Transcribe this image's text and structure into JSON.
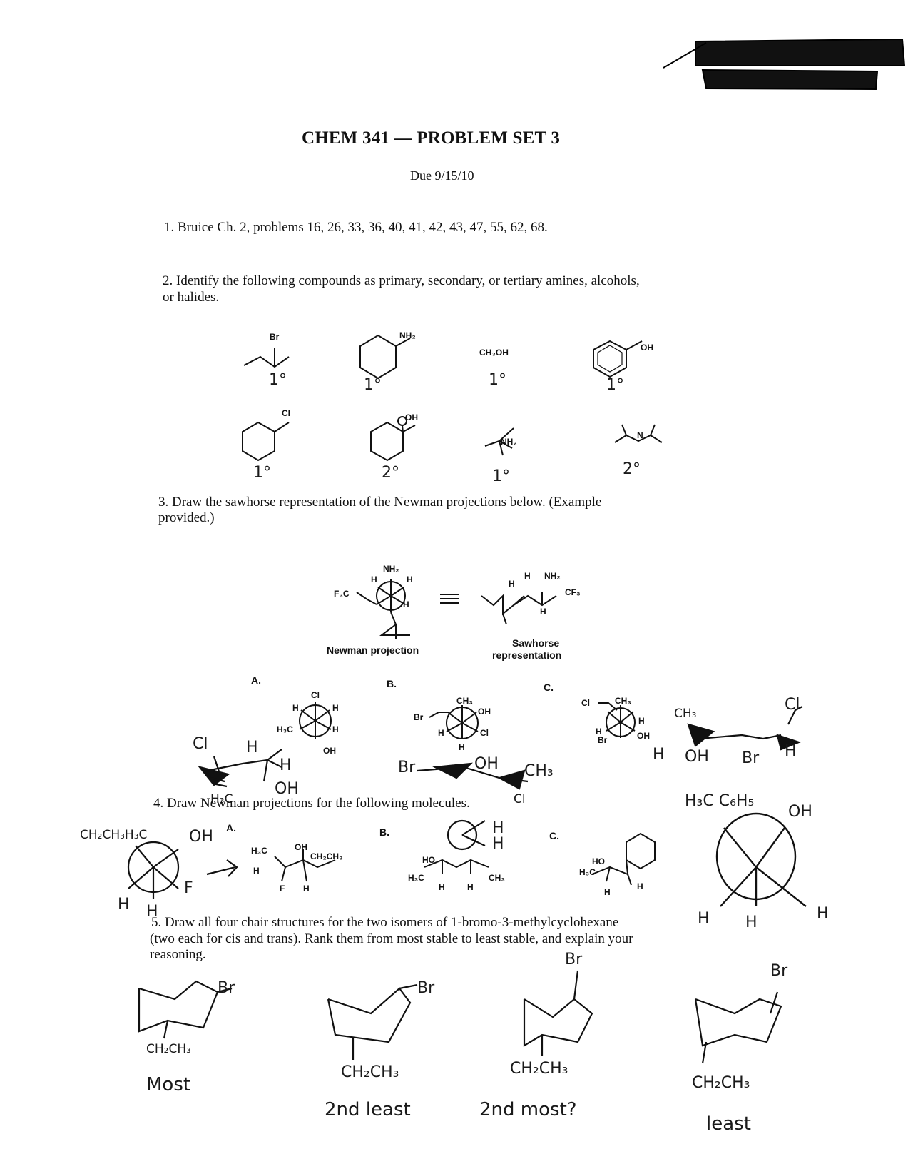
{
  "title": "CHEM 341 — PROBLEM SET 3",
  "due": "Due 9/15/10",
  "q1": "1.  Bruice Ch. 2, problems 16, 26, 33, 36, 40, 41, 42, 43, 47, 55, 62, 68.",
  "q2": {
    "line1": "2.  Identify the following compounds as primary, secondary, or tertiary amines, alcohols,",
    "line2": "or halides.",
    "compounds": [
      "Br",
      "NH₂",
      "CH₃OH",
      "OH",
      "Cl",
      "OH",
      "NH₂",
      "N"
    ],
    "answers": [
      "1°",
      "1°",
      "1°",
      "1°",
      "1°",
      "2°",
      "1°",
      "2°"
    ]
  },
  "q3": {
    "line1": "3.  Draw the sawhorse representation of the Newman projections below.  (Example",
    "line2": "provided.)",
    "newman_caption": "Newman projection",
    "sawhorse_caption_1": "Sawhorse",
    "sawhorse_caption_2": "representation",
    "parts": [
      "A.",
      "B.",
      "C."
    ],
    "example_labels": {
      "nh2": "NH₂",
      "h": "H",
      "f3c": "F₃C",
      "cf3": "CF₃"
    },
    "a_labels": {
      "cl": "Cl",
      "h": "H",
      "h3c": "H₃C",
      "oh": "OH"
    },
    "b_labels": {
      "ch3": "CH₃",
      "oh": "OH",
      "br": "Br",
      "h": "H",
      "cl": "Cl"
    },
    "c_labels": {
      "cl": "Cl",
      "ch3": "CH₃",
      "h": "H",
      "br": "Br",
      "oh": "OH"
    },
    "handwritten": {
      "a_cl": "Cl",
      "a_h": "H",
      "a_h2": "H",
      "a_h3c": "H₃C",
      "a_oh": "OH",
      "b_br": "Br",
      "b_oh": "OH",
      "b_ch3": "CH₃",
      "b_cl": "Cl",
      "c_ch3": "CH₃",
      "c_cl": "Cl",
      "c_h": "H",
      "c_oh": "OH",
      "c_br": "Br"
    }
  },
  "q4": {
    "text": "4.  Draw Newman projections for the following molecules.",
    "parts": [
      "A.",
      "B.",
      "C."
    ],
    "a_labels": {
      "h3c": "H₃C",
      "oh": "OH",
      "ch2ch3": "CH₂CH₃",
      "h": "H",
      "f": "F"
    },
    "b_labels": {
      "ho": "HO",
      "h3c": "H₃C",
      "ch3": "CH₃",
      "h": "H"
    },
    "c_labels": {
      "ho": "HO",
      "h3c": "H₃C",
      "h": "H"
    },
    "handwritten": {
      "a_top": "CH₂CH₃H₃C",
      "a_oh": "OH",
      "a_f": "F",
      "a_h": "H",
      "a_h2": "H",
      "b_h": "H",
      "c_top": "H₃C  C₆H₅",
      "c_oh": "OH",
      "c_h": "H"
    }
  },
  "q5": {
    "line1": "5.  Draw all four chair structures for the two isomers of 1-bromo-3-methylcyclohexane",
    "line2": "(two each for cis and trans).  Rank them from most stable to least stable, and explain your",
    "line3": "reasoning.",
    "chairs": [
      {
        "sub_top": "Br",
        "sub_bottom": "CH₂CH₃",
        "rank": "Most"
      },
      {
        "sub_top": "Br",
        "sub_bottom": "CH₂CH₃",
        "rank": "2nd least"
      },
      {
        "sub_top": "Br",
        "sub_bottom": "CH₂CH₃",
        "rank": "2nd most?"
      },
      {
        "sub_top": "Br",
        "sub_bottom": "CH₂CH₃",
        "rank": "least"
      }
    ]
  }
}
